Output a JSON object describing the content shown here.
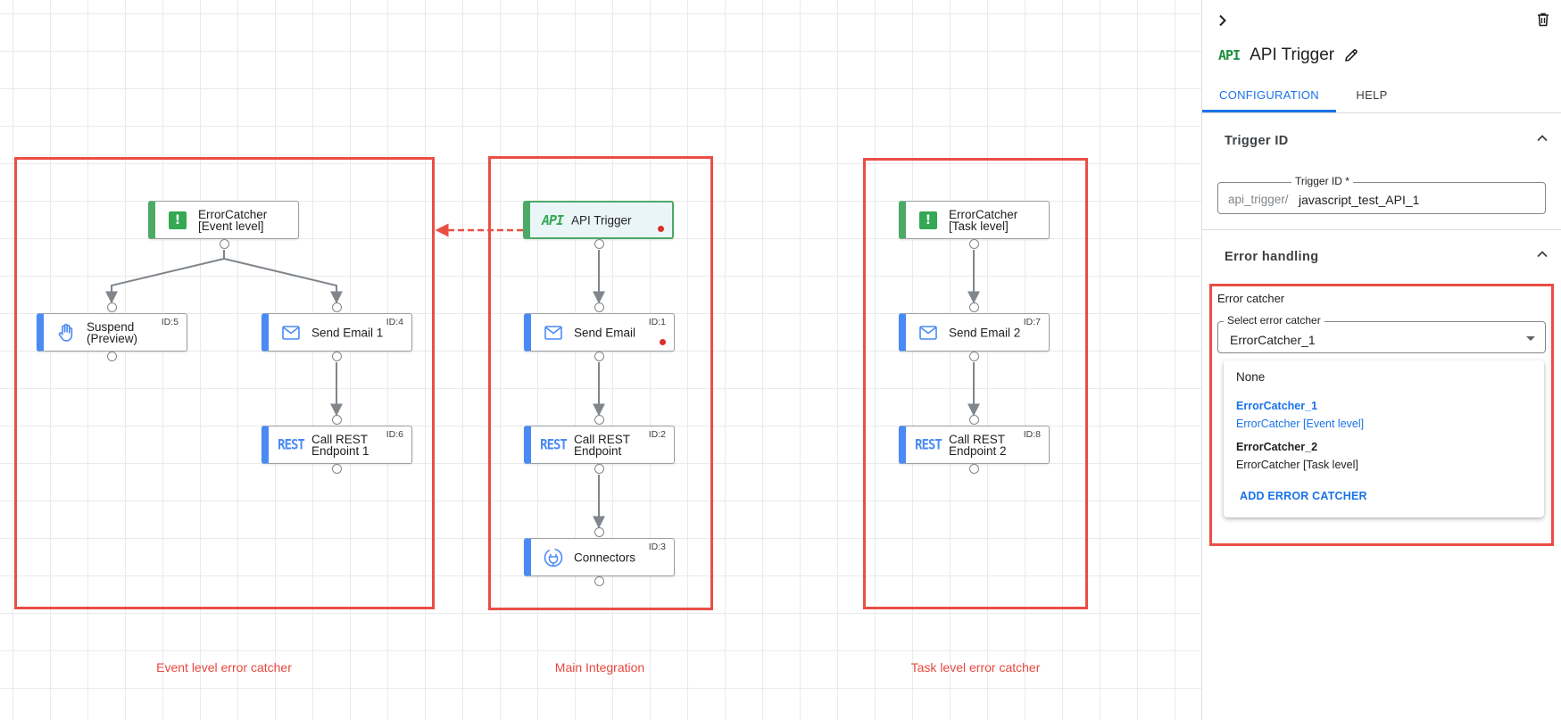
{
  "canvas": {
    "regions": {
      "event": {
        "label": "Event level error catcher"
      },
      "main": {
        "label": "Main Integration"
      },
      "task": {
        "label": "Task level error catcher"
      }
    },
    "nodes": {
      "ec_event": {
        "title": "ErrorCatcher\n[Event level]",
        "icon": "exclamation-icon"
      },
      "suspend": {
        "title": "Suspend\n(Preview)",
        "id": "ID:5",
        "icon": "hand-icon"
      },
      "send_email_1": {
        "title": "Send Email 1",
        "id": "ID:4",
        "icon": "mail-icon"
      },
      "rest_1": {
        "title": "Call REST\nEndpoint 1",
        "id": "ID:6",
        "icon": "rest-icon",
        "icon_text": "REST"
      },
      "api_trigger": {
        "title": "API Trigger",
        "icon": "api-icon",
        "icon_text": "API"
      },
      "send_email": {
        "title": "Send Email",
        "id": "ID:1",
        "icon": "mail-icon"
      },
      "rest": {
        "title": "Call REST\nEndpoint",
        "id": "ID:2",
        "icon": "rest-icon",
        "icon_text": "REST"
      },
      "connectors": {
        "title": "Connectors",
        "id": "ID:3",
        "icon": "connector-icon"
      },
      "ec_task": {
        "title": "ErrorCatcher\n[Task level]",
        "icon": "exclamation-icon"
      },
      "send_email_2": {
        "title": "Send Email 2",
        "id": "ID:7",
        "icon": "mail-icon"
      },
      "rest_2": {
        "title": "Call REST\nEndpoint 2",
        "id": "ID:8",
        "icon": "rest-icon",
        "icon_text": "REST"
      }
    }
  },
  "panel": {
    "badge": "API",
    "title": "API Trigger",
    "tabs": [
      {
        "label": "CONFIGURATION",
        "active": true
      },
      {
        "label": "HELP",
        "active": false
      }
    ],
    "trigger_section": {
      "title": "Trigger ID",
      "field_label": "Trigger ID *",
      "prefix": "api_trigger/",
      "value": "javascript_test_API_1"
    },
    "error_section": {
      "title": "Error handling",
      "catcher_label": "Error catcher",
      "select_label": "Select error catcher",
      "selected_value": "ErrorCatcher_1",
      "options": [
        {
          "line1": "None",
          "line2": ""
        },
        {
          "line1": "ErrorCatcher_1",
          "line2": "ErrorCatcher [Event level]"
        },
        {
          "line1": "ErrorCatcher_2",
          "line2": "ErrorCatcher [Task level]"
        }
      ],
      "add_label": "ADD ERROR CATCHER"
    }
  },
  "colors": {
    "highlight": "#ea4e45",
    "accent": "#1a73e8",
    "node_blue": "#4a8af4",
    "node_green": "#4caa66"
  }
}
